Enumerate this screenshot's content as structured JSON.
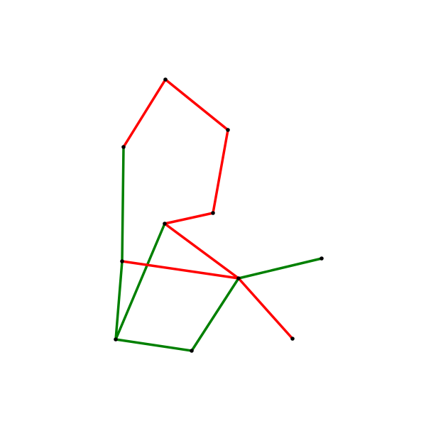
{
  "colors": {
    "background": "#ffffff",
    "red": "#ff0000",
    "green": "#008000",
    "node": "#000000"
  },
  "graph": {
    "nodes": [
      {
        "id": "A"
      },
      {
        "id": "B"
      },
      {
        "id": "C"
      },
      {
        "id": "D"
      },
      {
        "id": "E"
      },
      {
        "id": "F"
      },
      {
        "id": "G"
      },
      {
        "id": "H"
      },
      {
        "id": "I"
      },
      {
        "id": "J"
      },
      {
        "id": "K"
      },
      {
        "id": "L"
      }
    ],
    "edges": [
      {
        "from": "A",
        "to": "B",
        "color": "red"
      },
      {
        "from": "B",
        "to": "C",
        "color": "red"
      },
      {
        "from": "C",
        "to": "D",
        "color": "red"
      },
      {
        "from": "A",
        "to": "E",
        "color": "red"
      },
      {
        "from": "E",
        "to": "F",
        "color": "green"
      },
      {
        "from": "F",
        "to": "G",
        "color": "green"
      },
      {
        "from": "D",
        "to": "G",
        "color": "green"
      },
      {
        "from": "G",
        "to": "H",
        "color": "green"
      },
      {
        "from": "H",
        "to": "I",
        "color": "green"
      },
      {
        "from": "I",
        "to": "J",
        "color": "red"
      },
      {
        "from": "J",
        "to": "D",
        "color": "red"
      },
      {
        "from": "F",
        "to": "J",
        "color": "red"
      },
      {
        "from": "J",
        "to": "K",
        "color": "red"
      },
      {
        "from": "J",
        "to": "L",
        "color": "green"
      }
    ]
  }
}
